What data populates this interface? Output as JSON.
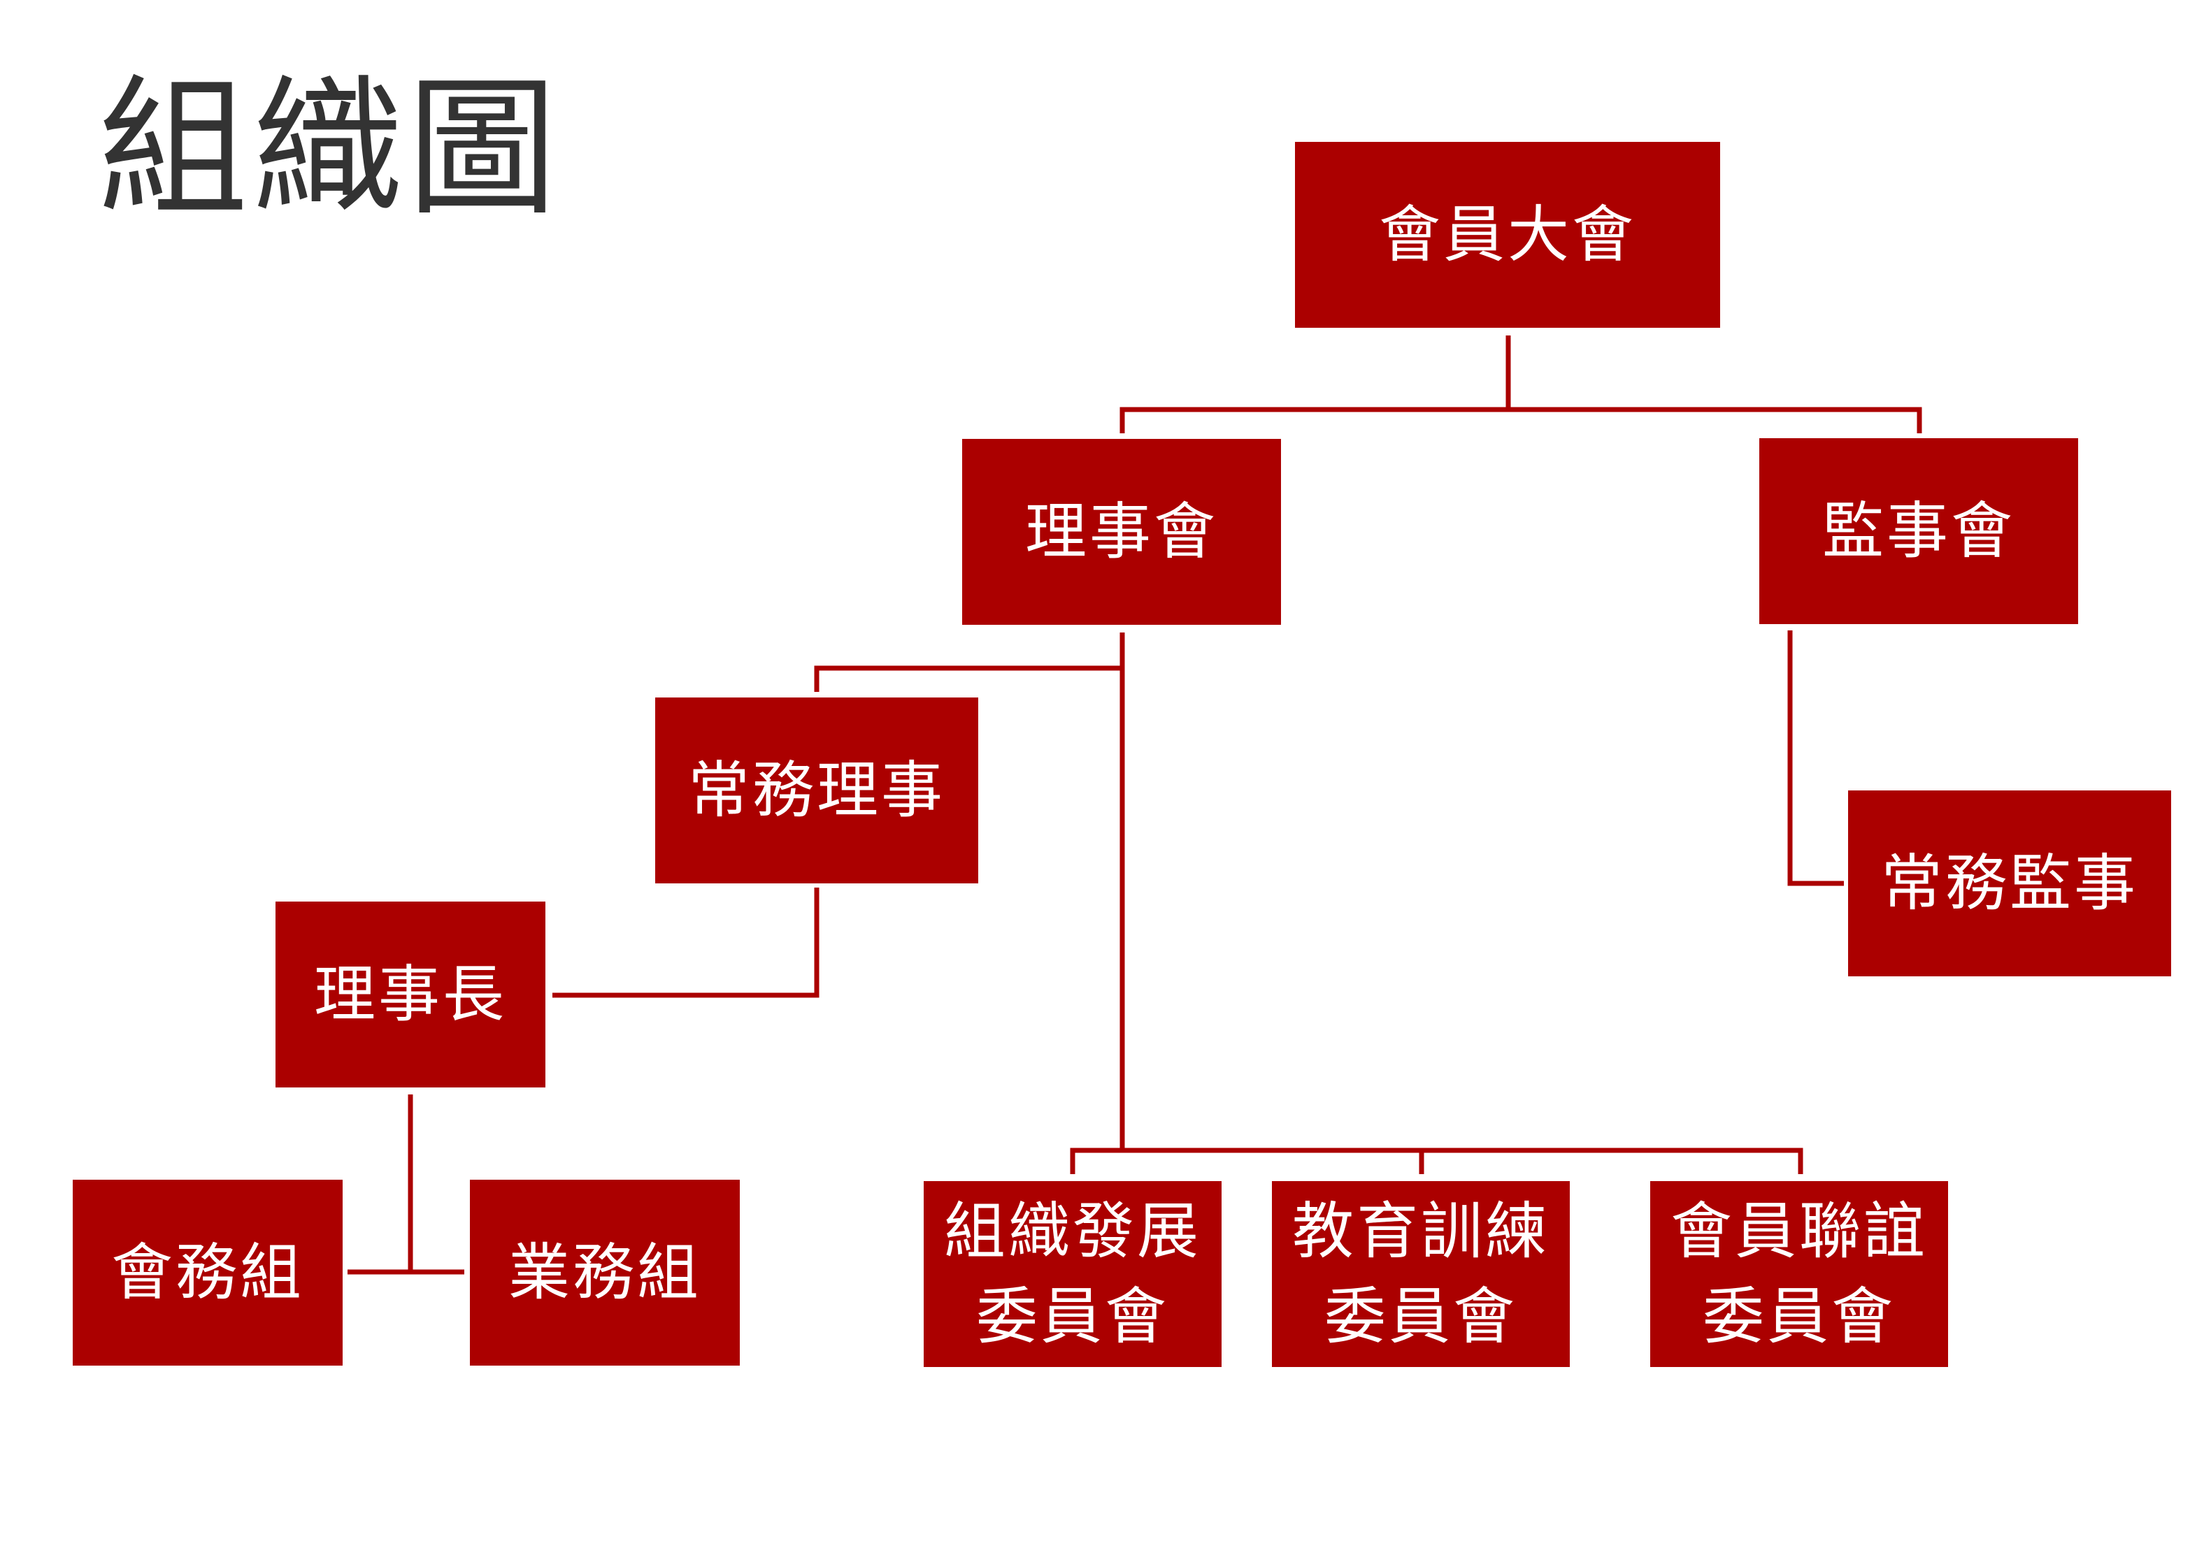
{
  "title": "組織圖",
  "colors": {
    "node_fill": "#ab0000",
    "node_text": "#ffffff",
    "connector": "#ab0000",
    "title_text": "#333333"
  },
  "nodes": {
    "general_assembly": {
      "lines": [
        "會員大會"
      ]
    },
    "board_of_directors": {
      "lines": [
        "理事會"
      ]
    },
    "board_of_supervisors": {
      "lines": [
        "監事會"
      ]
    },
    "standing_directors": {
      "lines": [
        "常務理事"
      ]
    },
    "standing_supervisor": {
      "lines": [
        "常務監事"
      ]
    },
    "chairman": {
      "lines": [
        "理事長"
      ]
    },
    "membership_affairs": {
      "lines": [
        "會務組"
      ]
    },
    "business_affairs": {
      "lines": [
        "業務組"
      ]
    },
    "org_dev_committee": {
      "lines": [
        "組織發展",
        "委員會"
      ]
    },
    "education_committee": {
      "lines": [
        "教育訓練",
        "委員會"
      ]
    },
    "fellowship_committee": {
      "lines": [
        "會員聯誼",
        "委員會"
      ]
    }
  }
}
